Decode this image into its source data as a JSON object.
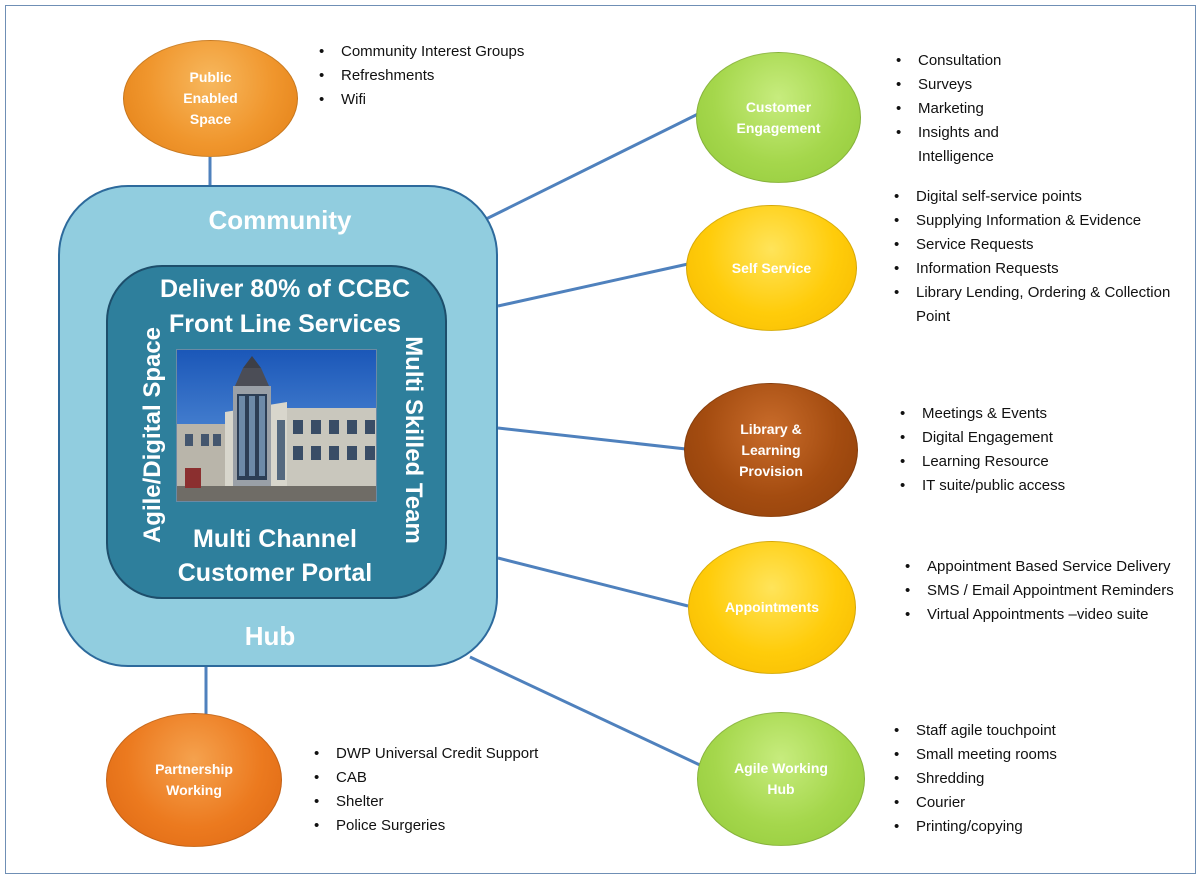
{
  "hub": {
    "outer_top_label": "Community",
    "outer_bottom_label": "Hub",
    "inner_top_label_line1": "Deliver 80% of CCBC",
    "inner_top_label_line2": "Front Line Services",
    "inner_bottom_label_line1": "Multi Channel",
    "inner_bottom_label_line2": "Customer Portal",
    "inner_left_label": "Agile/Digital Space",
    "inner_right_label": "Multi Skilled Team"
  },
  "nodes": {
    "public_enabled_space": {
      "lines": [
        "Public",
        "Enabled",
        "Space"
      ],
      "color": "#f0962d",
      "items": [
        "Community Interest Groups",
        "Refreshments",
        "Wifi"
      ]
    },
    "customer_engagement": {
      "lines": [
        "Customer",
        "Engagement"
      ],
      "color": "#a5d74c",
      "items": [
        "Consultation",
        "Surveys",
        "Marketing",
        "Insights and Intelligence"
      ]
    },
    "self_service": {
      "lines": [
        "Self Service"
      ],
      "color": "#ffcc0a",
      "items": [
        "Digital self-service points",
        "Supplying Information & Evidence",
        "Service Requests",
        "Information Requests",
        "Library Lending, Ordering & Collection Point"
      ]
    },
    "library_learning": {
      "lines": [
        "Library &",
        "Learning",
        "Provision"
      ],
      "color": "#a44c10",
      "items": [
        "Meetings & Events",
        "Digital Engagement",
        "Learning Resource",
        "IT suite/public access"
      ]
    },
    "appointments": {
      "lines": [
        "Appointments"
      ],
      "color": "#ffcc0a",
      "items": [
        "Appointment Based Service Delivery",
        "SMS / Email Appointment Reminders",
        "Virtual Appointments –video suite"
      ]
    },
    "agile_working_hub": {
      "lines": [
        "Agile Working",
        "Hub"
      ],
      "color": "#a5d74c",
      "items": [
        "Staff agile touchpoint",
        "Small meeting rooms",
        "Shredding",
        "Courier",
        "Printing/copying"
      ]
    },
    "partnership_working": {
      "lines": [
        "Partnership",
        "Working"
      ],
      "color": "#ec7a1f",
      "items": [
        "DWP Universal Credit Support",
        "CAB",
        "Shelter",
        "Police Surgeries"
      ]
    }
  },
  "connector_color": "#4f81bd",
  "outer_box_color": "#91cddf",
  "inner_box_color": "#2e7f9c"
}
